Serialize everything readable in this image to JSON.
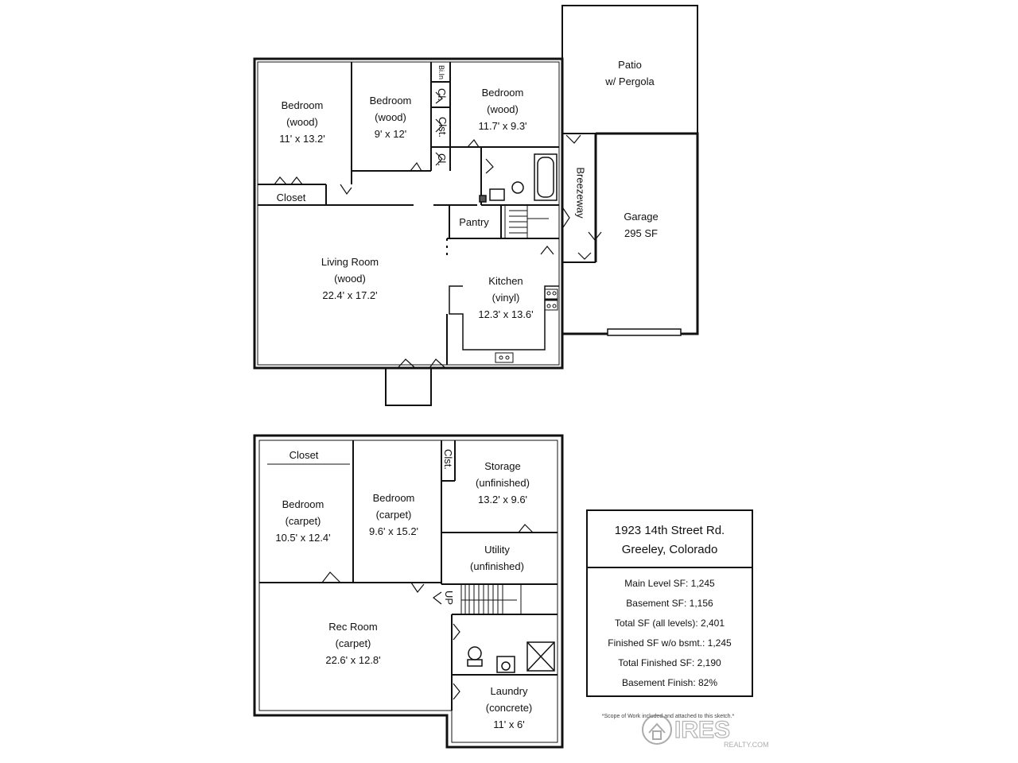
{
  "rooms": {
    "main_bedroom_1": {
      "name": "Bedroom",
      "floor": "(wood)",
      "dims": "11' x 13.2'"
    },
    "main_bedroom_2": {
      "name": "Bedroom",
      "floor": "(wood)",
      "dims": "9' x 12'"
    },
    "main_bedroom_3": {
      "name": "Bedroom",
      "floor": "(wood)",
      "dims": "11.7' x 9.3'"
    },
    "patio": {
      "name": "Patio",
      "sub": "w/ Pergola"
    },
    "closet_main": {
      "name": "Closet"
    },
    "pantry": {
      "name": "Pantry"
    },
    "breezeway": {
      "name": "Breezeway"
    },
    "garage": {
      "name": "Garage",
      "area": "295 SF"
    },
    "living_room": {
      "name": "Living Room",
      "floor": "(wood)",
      "dims": "22.4' x 17.2'"
    },
    "kitchen": {
      "name": "Kitchen",
      "floor": "(vinyl)",
      "dims": "12.3' x 13.6'"
    },
    "closet_basement": {
      "name": "Closet"
    },
    "base_bedroom_1": {
      "name": "Bedroom",
      "floor": "(carpet)",
      "dims": "10.5' x 12.4'"
    },
    "base_bedroom_2": {
      "name": "Bedroom",
      "floor": "(carpet)",
      "dims": "9.6' x 15.2'"
    },
    "storage": {
      "name": "Storage",
      "floor": "(unfinished)",
      "dims": "13.2' x 9.6'"
    },
    "utility": {
      "name": "Utility",
      "floor": "(unfinished)"
    },
    "rec_room": {
      "name": "Rec Room",
      "floor": "(carpet)",
      "dims": "22.6' x 12.8'"
    },
    "laundry": {
      "name": "Laundry",
      "floor": "(concrete)",
      "dims": "11' x 6'"
    }
  },
  "small_labels": {
    "cl_1": "Cl.",
    "cl_2": "Cl.",
    "clst_main": "Clst.",
    "bi_shelf": "Bi.In",
    "clst_base": "Clst.",
    "up": "UP"
  },
  "info": {
    "address_line1": "1923 14th Street Rd.",
    "address_line2": "Greeley, Colorado",
    "stats": [
      "Main Level SF: 1,245",
      "Basement SF: 1,156",
      "Total SF (all levels): 2,401",
      "Finished SF w/o bsmt.: 1,245",
      "Total Finished SF: 2,190",
      "Basement Finish: 82%"
    ]
  },
  "footnote": "*Scope of Work included and attached to this sketch.*",
  "logo": {
    "text": "IRES",
    "sub": "REALTY.COM"
  }
}
